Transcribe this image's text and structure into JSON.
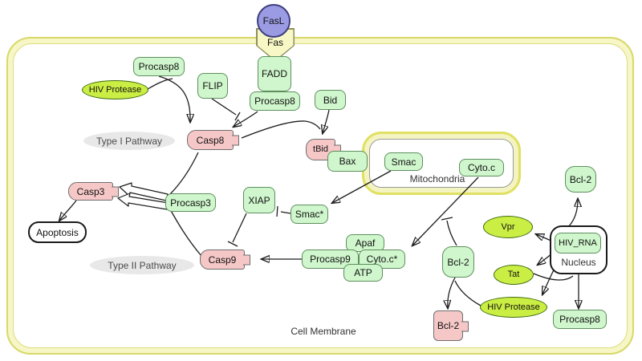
{
  "palette": {
    "box_green": "#CFF6CC",
    "box_green_border": "#5E8F5E",
    "active_pink": "#F6C7C7",
    "active_pink_border": "#6E6E6E",
    "hiv_chartreuse": "#CBEE44",
    "hiv_border": "#3E6B10",
    "fasl_purple": "#9B9BE4",
    "fas_yellow": "#F8F8C6",
    "membrane_yellow": "#D8D86A",
    "pathway_gray": "#E8E8E8",
    "nucleus_border": "#1a1a1a"
  },
  "nodes": {
    "fasl": {
      "label": "FasL"
    },
    "fas": {
      "label": "Fas"
    },
    "fadd": {
      "label": "FADD"
    },
    "procasp8_receptor": {
      "label": "Procasp8"
    },
    "procasp8_left": {
      "label": "Procasp8"
    },
    "hiv_protease_left": {
      "label": "HIV Protease"
    },
    "flip": {
      "label": "FLIP"
    },
    "casp8": {
      "label": "Casp8"
    },
    "type1_pathway": {
      "label": "Type I Pathway"
    },
    "bid": {
      "label": "Bid"
    },
    "tbid": {
      "label": "tBid"
    },
    "bax": {
      "label": "Bax"
    },
    "mitochondria": {
      "label": "Mitochondria"
    },
    "smac": {
      "label": "Smac"
    },
    "cytoc": {
      "label": "Cyto.c"
    },
    "casp3": {
      "label": "Casp3"
    },
    "procasp3": {
      "label": "Procasp3"
    },
    "apoptosis": {
      "label": "Apoptosis"
    },
    "xiap": {
      "label": "XIAP"
    },
    "smac_active": {
      "label": "Smac*"
    },
    "type2_pathway": {
      "label": "Type II Pathway"
    },
    "casp9": {
      "label": "Casp9"
    },
    "procasp9": {
      "label": "Procasp9"
    },
    "cytoc_active": {
      "label": "Cyto.c*"
    },
    "apaf": {
      "label": "Apaf"
    },
    "atp": {
      "label": "ATP"
    },
    "bcl2_mid": {
      "label": "Bcl-2"
    },
    "bcl2_top": {
      "label": "Bcl-2"
    },
    "bcl2_cleaved": {
      "label": "Bcl-2"
    },
    "vpr": {
      "label": "Vpr"
    },
    "tat": {
      "label": "Tat"
    },
    "hiv_rna": {
      "label": "HIV_RNA"
    },
    "nucleus": {
      "label": "Nucleus"
    },
    "hiv_protease_bottom": {
      "label": "HIV Protease"
    },
    "procasp8_bottom": {
      "label": "Procasp8"
    },
    "cell_membrane": {
      "label": "Cell Membrane"
    }
  }
}
